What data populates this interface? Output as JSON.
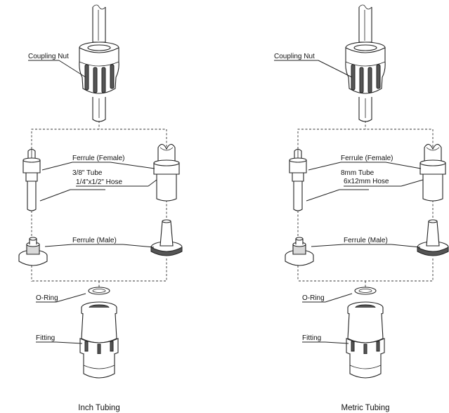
{
  "panels": [
    {
      "caption": "Inch Tubing",
      "labels": {
        "coupling_nut": "Coupling Nut",
        "ferrule_female": "Ferrule (Female)",
        "tube": "3/8\" Tube",
        "hose": "1/4\"x1/2\" Hose",
        "ferrule_male": "Ferrule (Male)",
        "o_ring": "O-Ring",
        "fitting": "Fitting"
      }
    },
    {
      "caption": "Metric Tubing",
      "labels": {
        "coupling_nut": "Coupling Nut",
        "ferrule_female": "Ferrule (Female)",
        "tube": "8mm Tube",
        "hose": "6x12mm Hose",
        "ferrule_male": "Ferrule (Male)",
        "o_ring": "O-Ring",
        "fitting": "Fitting"
      }
    }
  ]
}
